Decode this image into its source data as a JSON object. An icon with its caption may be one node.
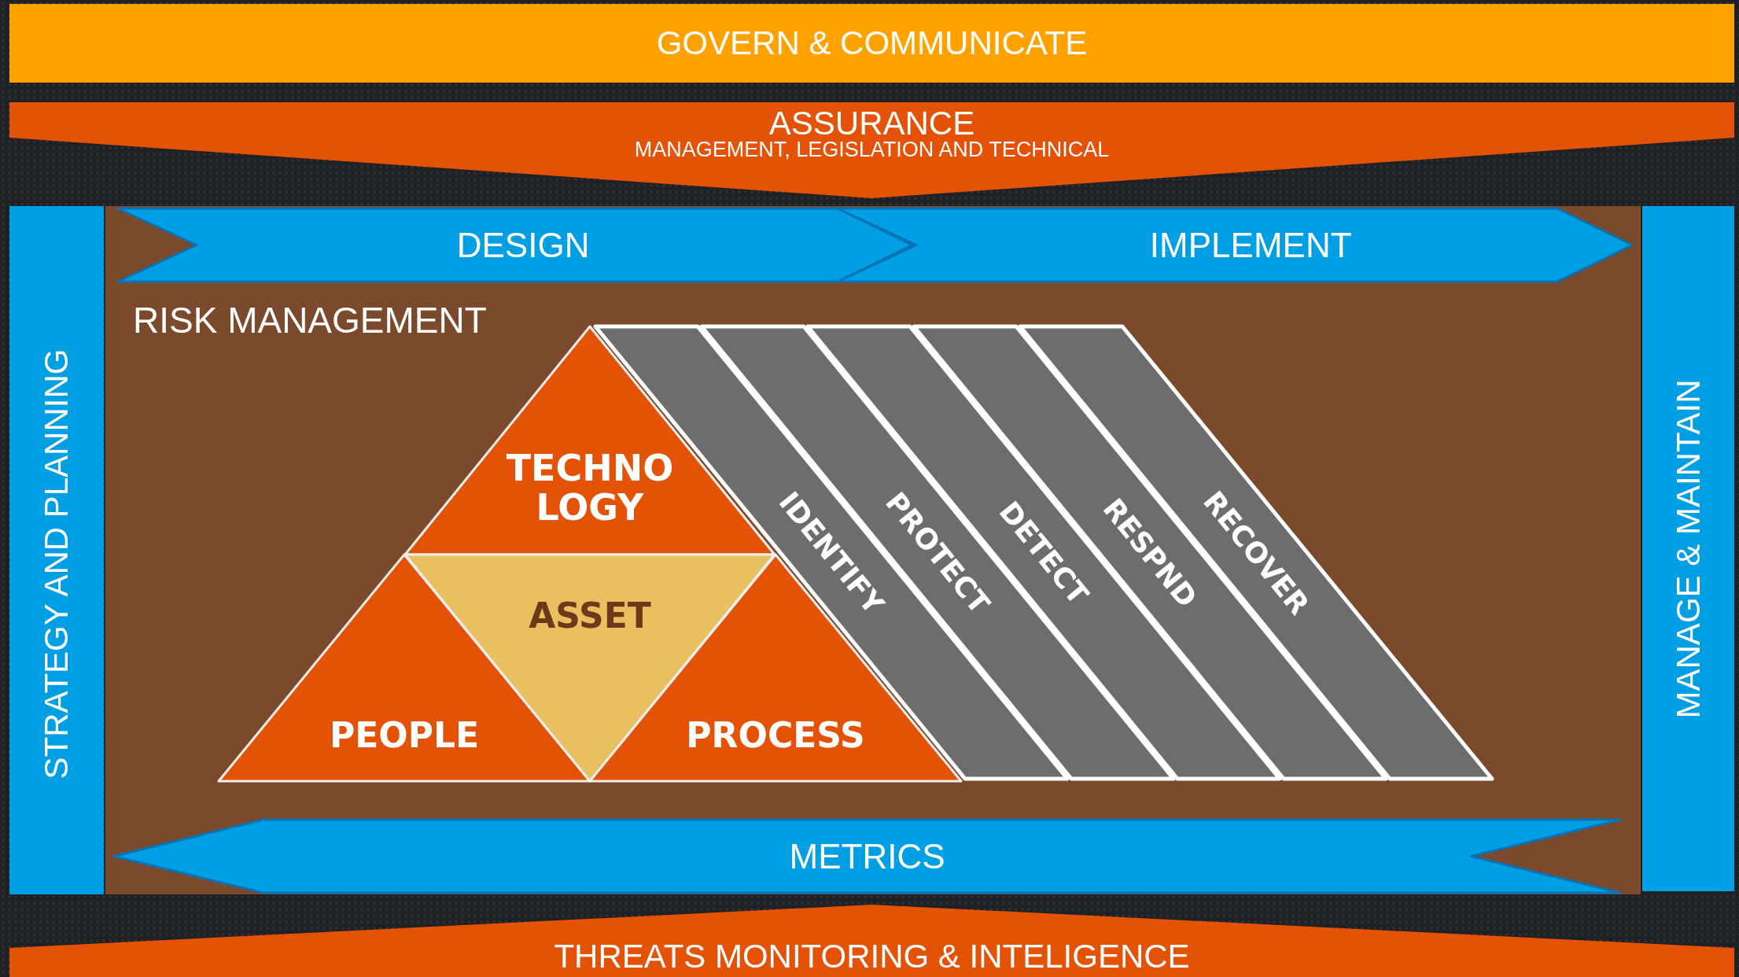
{
  "diagram": {
    "nodes": [
      {
        "text": [
          "GOVERN & COMMUNICATE"
        ]
      },
      {
        "text": [
          "ASSURANCE",
          "MANAGEMENT, LEGISLATION AND TECHNICAL"
        ]
      },
      {
        "text": [
          "STRATEGY AND PLANNING"
        ]
      },
      {
        "text": [
          "MANAGE & MAINTAIN"
        ]
      },
      {
        "text": [
          "RISK MANAGEMENT"
        ]
      },
      {
        "text": [
          "DESIGN"
        ],
        "in": 4
      },
      {
        "text": [
          "IMPLEMENT"
        ],
        "in": 4
      },
      {
        "text": [
          "TECHNO LOGY"
        ],
        "in": 4
      },
      {
        "text": [
          "PEOPLE"
        ],
        "in": 4
      },
      {
        "text": [
          "ASSET"
        ],
        "in": 4
      },
      {
        "text": [
          "PROCESS"
        ],
        "in": 4
      },
      {
        "text": [
          "IDENTIFY"
        ],
        "in": 4
      },
      {
        "text": [
          "PROTECT"
        ],
        "in": 4
      },
      {
        "text": [
          "DETECT"
        ],
        "in": 4
      },
      {
        "text": [
          "RESPND"
        ],
        "in": 4
      },
      {
        "text": [
          "RECOVER"
        ],
        "in": 4
      },
      {
        "text": [
          "METRICS"
        ],
        "in": 4
      },
      {
        "text": [
          "THREATS MONITORING & INTELIGENCE"
        ]
      }
    ]
  }
}
